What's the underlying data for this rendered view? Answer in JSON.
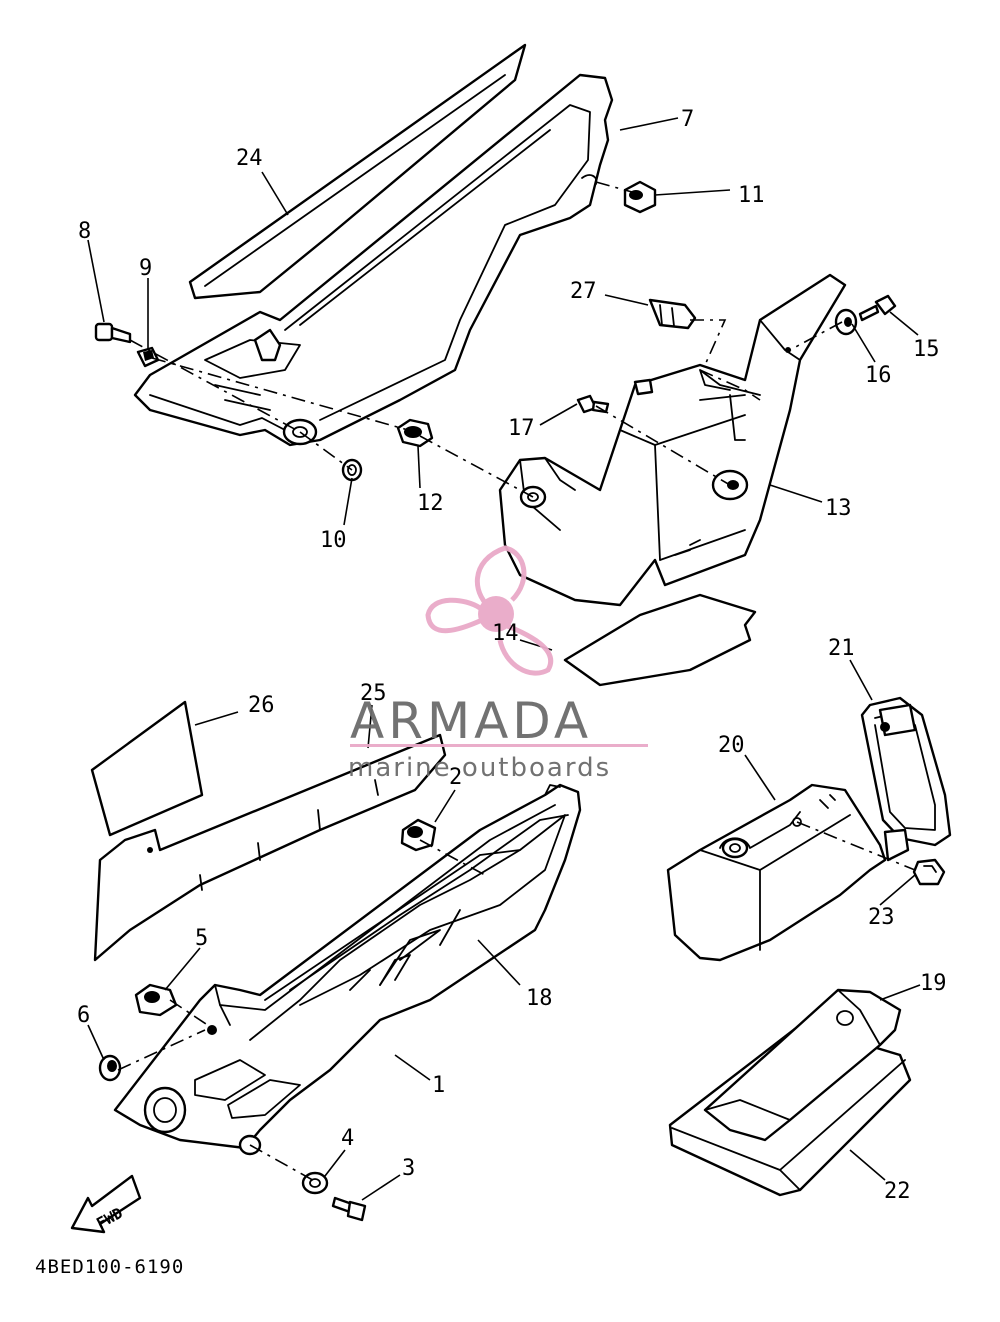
{
  "diagram": {
    "drawing_code": "4BED100-6190",
    "fwd_label": "FWD",
    "watermark": {
      "title": "ARMADA",
      "subtitle": "marine outboards",
      "logo_color": "#e9a9c8",
      "text_color": "#6b6b6b"
    },
    "callouts": {
      "c1": "1",
      "c2": "2",
      "c3": "3",
      "c4": "4",
      "c5": "5",
      "c6": "6",
      "c7": "7",
      "c8": "8",
      "c9": "9",
      "c10": "10",
      "c11": "11",
      "c12": "12",
      "c13": "13",
      "c14": "14",
      "c15": "15",
      "c16": "16",
      "c17": "17",
      "c18": "18",
      "c19": "19",
      "c20": "20",
      "c21": "21",
      "c22": "22",
      "c23": "23",
      "c24": "24",
      "c25": "25",
      "c26": "26",
      "c27": "27"
    }
  }
}
